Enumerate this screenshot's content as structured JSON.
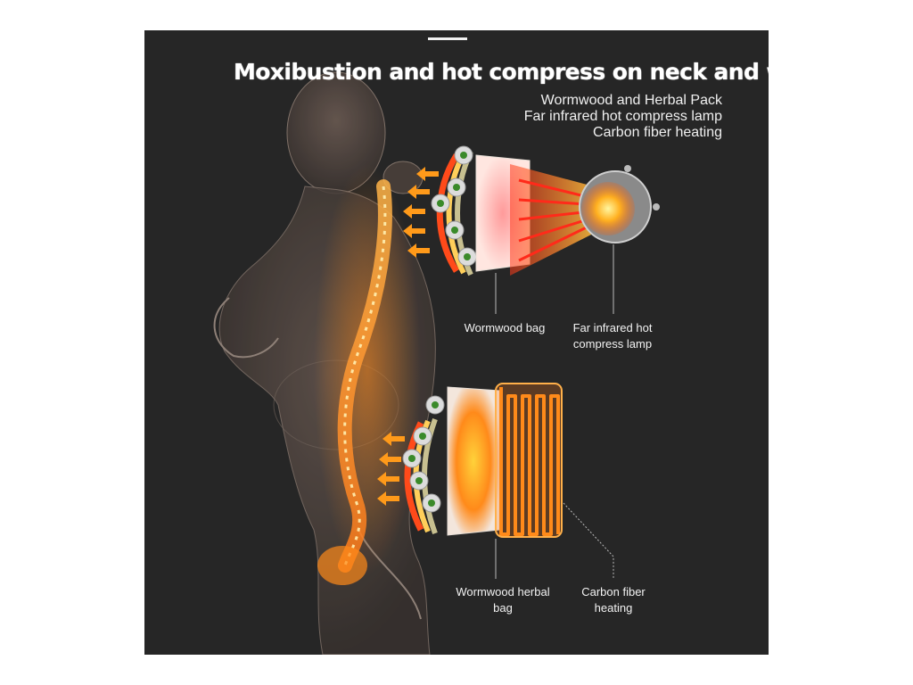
{
  "title": "Moxibustion and hot compress on neck and waist",
  "features": [
    "Wormwood and Herbal Pack",
    "Far infrared hot compress lamp",
    "Carbon fiber heating"
  ],
  "labels": {
    "wormwood_bag": "Wormwood bag",
    "far_infrared_lamp": [
      "Far infrared hot",
      "compress lamp"
    ],
    "wormwood_herbal_bag": [
      "Wormwood herbal",
      "bag"
    ],
    "carbon_fiber": [
      "Carbon fiber",
      "heating"
    ]
  },
  "colors": {
    "background": "#262626",
    "heat": "#ff6a1a",
    "glow": "#ffd23a",
    "text": "#ffffff"
  },
  "icons": [
    "body-silhouette",
    "spine-glow",
    "heat-arrow-icon",
    "herb-leaf-icon",
    "infrared-lamp-icon",
    "carbon-fiber-coil-icon"
  ]
}
